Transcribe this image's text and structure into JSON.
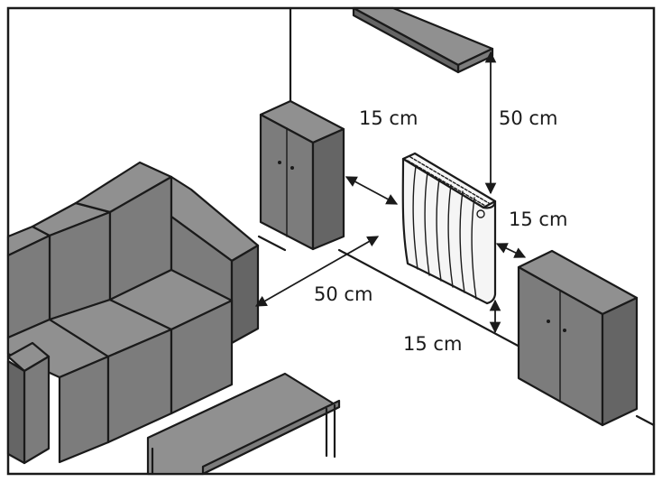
{
  "colors": {
    "furniture_top": "#909090",
    "furniture_front": "#7c7c7c",
    "furniture_side": "#656565",
    "heater_body": "#f5f5f5",
    "outline": "#1a1a1a",
    "background": "#ffffff"
  },
  "labels": {
    "shelf_clearance": "50 cm",
    "left_cabinet_clearance": "15 cm",
    "right_cabinet_clearance": "15 cm",
    "sofa_clearance": "50 cm",
    "floor_clearance": "15 cm"
  },
  "icons": {
    "heater": "radiator-heater-icon",
    "arrow": "double-arrow-icon"
  }
}
